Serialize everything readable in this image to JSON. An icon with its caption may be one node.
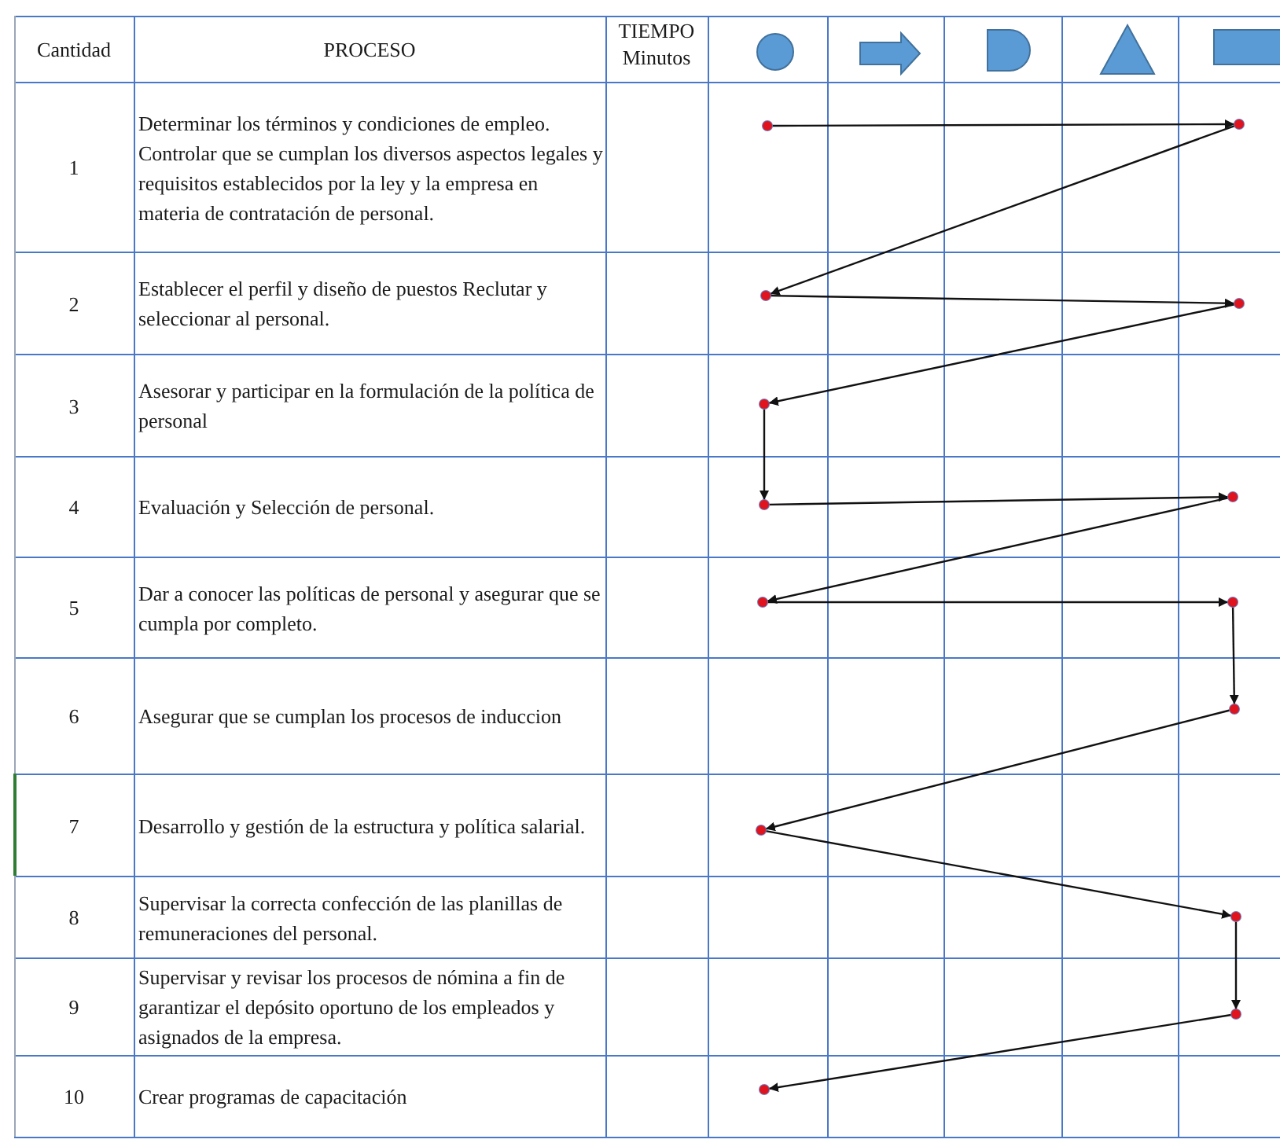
{
  "diagram": {
    "nodes": [
      {
        "text": [],
        "shape": "circle"
      },
      {
        "text": [],
        "shape": "circle"
      },
      {
        "text": [],
        "shape": "circle"
      },
      {
        "text": [],
        "shape": "circle"
      },
      {
        "text": [],
        "shape": "circle"
      },
      {
        "text": [],
        "shape": "circle"
      },
      {
        "text": [],
        "shape": "circle"
      },
      {
        "text": [],
        "shape": "circle"
      },
      {
        "text": [],
        "shape": "circle"
      },
      {
        "text": [],
        "shape": "circle"
      },
      {
        "text": [],
        "shape": "circle"
      },
      {
        "text": [],
        "shape": "circle"
      },
      {
        "text": [],
        "shape": "circle"
      },
      {
        "text": [],
        "shape": "circle"
      }
    ],
    "edges": [
      {
        "from": 0,
        "to": 1,
        "arrow": "to"
      },
      {
        "from": 1,
        "to": 2,
        "arrow": "to"
      },
      {
        "from": 2,
        "to": 3,
        "arrow": "to"
      },
      {
        "from": 3,
        "to": 4,
        "arrow": "to"
      },
      {
        "from": 4,
        "to": 5,
        "arrow": "to"
      },
      {
        "from": 5,
        "to": 6,
        "arrow": "to"
      },
      {
        "from": 6,
        "to": 7,
        "arrow": "to"
      },
      {
        "from": 7,
        "to": 8,
        "arrow": "to"
      },
      {
        "from": 8,
        "to": 9,
        "arrow": "to"
      },
      {
        "from": 9,
        "to": 10,
        "arrow": "to"
      },
      {
        "from": 10,
        "to": 11,
        "arrow": "to"
      },
      {
        "from": 11,
        "to": 12,
        "arrow": "to"
      },
      {
        "from": 12,
        "to": 13,
        "arrow": "to"
      }
    ],
    "labels": [
      "Cantidad",
      "PROCESO",
      "TIEMPO Minutos",
      "1",
      "Determinar los términos y condiciones de empleo. Controlar que se cumplan los diversos aspectos legales y requisitos establecidos por la ley y la empresa en materia de contratación de personal.",
      "2",
      "Establecer el perfil y diseño de puestos Reclutar y seleccionar al personal.",
      "3",
      "Asesorar y participar en la formulación de la política de personal",
      "4",
      "Evaluación y Selección de personal.",
      "5",
      "Dar a conocer las políticas de personal y asegurar que se cumpla por completo.",
      "6",
      "Asegurar que se cumplan los procesos de induccion",
      "7",
      "Desarrollo y gestión de la estructura y política salarial.",
      "8",
      "Supervisar la correcta confección de las planillas de remuneraciones del personal.",
      "9",
      "Supervisar y revisar los procesos de nómina a fin de garantizar el depósito oportuno de los empleados y asignados de la empresa.",
      "10",
      "Crear programas de capacitación"
    ]
  }
}
